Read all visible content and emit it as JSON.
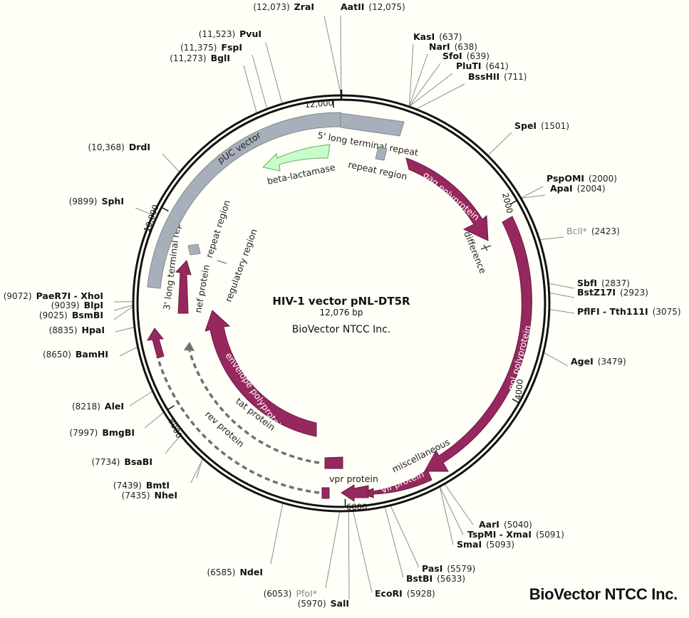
{
  "map": {
    "title": "HIV-1 vector pNL-DT5R",
    "size_label": "12,076 bp",
    "source": "BioVector NTCC Inc.",
    "total_bp": 12076,
    "colors": {
      "backbone": "#111111",
      "vector": "#a7b0ba",
      "protein": "#96285e",
      "resistance": "#c8fcc8",
      "dashed": "#707070",
      "leader": "#8c8c8c"
    }
  },
  "footer_brand": "BioVector NTCC Inc.",
  "ticks": [
    {
      "pos": 0,
      "label": ""
    },
    {
      "pos": 2000,
      "label": "2000"
    },
    {
      "pos": 4000,
      "label": "4000"
    },
    {
      "pos": 6000,
      "label": "6000"
    },
    {
      "pos": 8000,
      "label": "8000"
    },
    {
      "pos": 10000,
      "label": "10,000"
    },
    {
      "pos": 12000,
      "label": "12,000"
    }
  ],
  "sites": [
    {
      "name": "ZraI",
      "pos_label": "(12,073)",
      "bp": 12073,
      "name_first": false,
      "dim": false
    },
    {
      "name": "AatII",
      "pos_label": "(12,075)",
      "bp": 12075,
      "name_first": true,
      "dim": false
    },
    {
      "name": "KasI",
      "pos_label": "(637)",
      "bp": 637,
      "name_first": true,
      "dim": false
    },
    {
      "name": "NarI",
      "pos_label": "(638)",
      "bp": 638,
      "name_first": true,
      "dim": false
    },
    {
      "name": "SfoI",
      "pos_label": "(639)",
      "bp": 639,
      "name_first": true,
      "dim": false
    },
    {
      "name": "PluTI",
      "pos_label": "(641)",
      "bp": 641,
      "name_first": true,
      "dim": false
    },
    {
      "name": "BssHII",
      "pos_label": "(711)",
      "bp": 711,
      "name_first": true,
      "dim": false
    },
    {
      "name": "SpeI",
      "pos_label": "(1501)",
      "bp": 1501,
      "name_first": true,
      "dim": false
    },
    {
      "name": "PspOMI",
      "pos_label": "(2000)",
      "bp": 2000,
      "name_first": true,
      "dim": false
    },
    {
      "name": "ApaI",
      "pos_label": "(2004)",
      "bp": 2004,
      "name_first": true,
      "dim": false
    },
    {
      "name": "BclI*",
      "pos_label": "(2423)",
      "bp": 2423,
      "name_first": true,
      "dim": true
    },
    {
      "name": "SbfI",
      "pos_label": "(2837)",
      "bp": 2837,
      "name_first": true,
      "dim": false
    },
    {
      "name": "BstZ17I",
      "pos_label": "(2923)",
      "bp": 2923,
      "name_first": true,
      "dim": false
    },
    {
      "name": "PflFI - Tth111I",
      "pos_label": "(3075)",
      "bp": 3075,
      "name_first": true,
      "dim": false
    },
    {
      "name": "AgeI",
      "pos_label": "(3479)",
      "bp": 3479,
      "name_first": true,
      "dim": false
    },
    {
      "name": "AarI",
      "pos_label": "(5040)",
      "bp": 5040,
      "name_first": true,
      "dim": false
    },
    {
      "name": "TspMI - XmaI",
      "pos_label": "(5091)",
      "bp": 5091,
      "name_first": true,
      "dim": false
    },
    {
      "name": "SmaI",
      "pos_label": "(5093)",
      "bp": 5093,
      "name_first": true,
      "dim": false
    },
    {
      "name": "PasI",
      "pos_label": "(5579)",
      "bp": 5579,
      "name_first": true,
      "dim": false
    },
    {
      "name": "BstBI",
      "pos_label": "(5633)",
      "bp": 5633,
      "name_first": true,
      "dim": false
    },
    {
      "name": "EcoRI",
      "pos_label": "(5928)",
      "bp": 5928,
      "name_first": true,
      "dim": false
    },
    {
      "name": "SalI",
      "pos_label": "(5970)",
      "bp": 5970,
      "name_first": false,
      "dim": false
    },
    {
      "name": "PfoI*",
      "pos_label": "(6053)",
      "bp": 6053,
      "name_first": false,
      "dim": true
    },
    {
      "name": "NdeI",
      "pos_label": "(6585)",
      "bp": 6585,
      "name_first": false,
      "dim": false
    },
    {
      "name": "NheI",
      "pos_label": "(7435)",
      "bp": 7435,
      "name_first": false,
      "dim": false
    },
    {
      "name": "BmtI",
      "pos_label": "(7439)",
      "bp": 7439,
      "name_first": false,
      "dim": false
    },
    {
      "name": "BsaBI",
      "pos_label": "(7734)",
      "bp": 7734,
      "name_first": false,
      "dim": false
    },
    {
      "name": "BmgBI",
      "pos_label": "(7997)",
      "bp": 7997,
      "name_first": false,
      "dim": false
    },
    {
      "name": "AleI",
      "pos_label": "(8218)",
      "bp": 8218,
      "name_first": false,
      "dim": false
    },
    {
      "name": "BamHI",
      "pos_label": "(8650)",
      "bp": 8650,
      "name_first": false,
      "dim": false
    },
    {
      "name": "HpaI",
      "pos_label": "(8835)",
      "bp": 8835,
      "name_first": false,
      "dim": false
    },
    {
      "name": "BsmBI",
      "pos_label": "(9025)",
      "bp": 9025,
      "name_first": false,
      "dim": false
    },
    {
      "name": "BlpI",
      "pos_label": "(9039)",
      "bp": 9039,
      "name_first": false,
      "dim": false
    },
    {
      "name": "PaeR7I - XhoI",
      "pos_label": "(9072)",
      "bp": 9072,
      "name_first": false,
      "dim": false
    },
    {
      "name": "SphI",
      "pos_label": "(9899)",
      "bp": 9899,
      "name_first": false,
      "dim": false
    },
    {
      "name": "DrdI",
      "pos_label": "(10,368)",
      "bp": 10368,
      "name_first": false,
      "dim": false
    },
    {
      "name": "BglI",
      "pos_label": "(11,273)",
      "bp": 11273,
      "name_first": false,
      "dim": false
    },
    {
      "name": "FspI",
      "pos_label": "(11,375)",
      "bp": 11375,
      "name_first": false,
      "dim": false
    },
    {
      "name": "PvuI",
      "pos_label": "(11,523)",
      "bp": 11523,
      "name_first": false,
      "dim": false
    }
  ],
  "features": [
    {
      "label": "5' long terminal repeat",
      "start": 0,
      "end": 634,
      "style": "vector",
      "direction": "none"
    },
    {
      "label": "repeat region",
      "start": 453,
      "end": 550,
      "style": "vector",
      "direction": "none"
    },
    {
      "label": "gag polyprotein",
      "start": 790,
      "end": 2292,
      "style": "protein",
      "direction": "cw"
    },
    {
      "label": "difference",
      "start": 2292,
      "end": 2292,
      "style": "line",
      "direction": "none"
    },
    {
      "label": "pol polyprotein",
      "start": 2085,
      "end": 5096,
      "style": "protein",
      "direction": "cw"
    },
    {
      "label": "miscellaneous",
      "start": 5042,
      "end": 5620,
      "style": "line",
      "direction": "none"
    },
    {
      "label": "vif protein",
      "start": 5041,
      "end": 5619,
      "style": "protein",
      "direction": "cw"
    },
    {
      "label": "vpr protein",
      "start": 5559,
      "end": 5849,
      "style": "protein",
      "direction": "cw"
    },
    {
      "label": "tat protein",
      "start": 5830,
      "end": 8460,
      "style": "dashed",
      "direction": "ccw"
    },
    {
      "label": "rev protein",
      "start": 5969,
      "end": 8739,
      "style": "dashed",
      "direction": "ccw"
    },
    {
      "label": "envelope polyprotein",
      "start": 6221,
      "end": 8788,
      "style": "protein",
      "direction": "ccw"
    },
    {
      "label": "nef protein",
      "start": 8787,
      "end": 9407,
      "style": "protein",
      "direction": "ccw"
    },
    {
      "label": "3' long terminal repeat",
      "start": 9085,
      "end": 9719,
      "style": "vector",
      "direction": "none"
    },
    {
      "label": "repeat region",
      "start": 9538,
      "end": 9635,
      "style": "vector",
      "direction": "none"
    },
    {
      "label": "regulatory region",
      "start": 9520,
      "end": 9600,
      "style": "line",
      "direction": "none"
    },
    {
      "label": "pUC vector",
      "start": 9720,
      "end": 12076,
      "style": "vector",
      "direction": "none"
    },
    {
      "label": "beta-lactamase",
      "start": 10940,
      "end": 11800,
      "style": "resistance",
      "direction": "ccw"
    }
  ]
}
